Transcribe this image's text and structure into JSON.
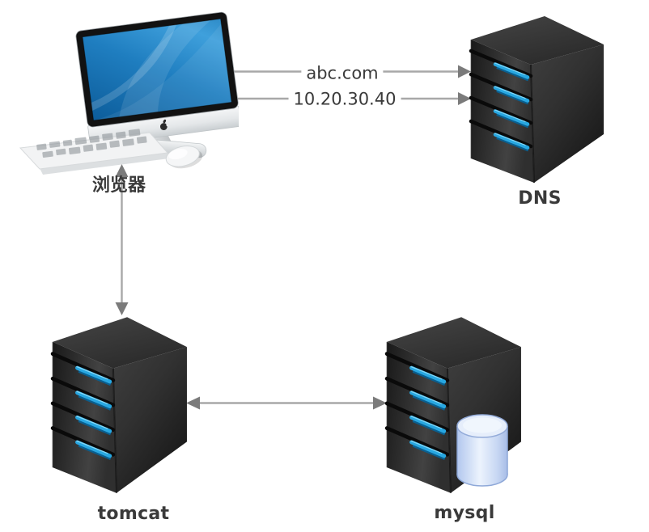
{
  "diagram_type": "network-architecture-diagram",
  "nodes": {
    "browser": {
      "label": "浏览器",
      "icon": "imac-computer-icon"
    },
    "dns": {
      "label": "DNS",
      "icon": "server-tower-icon"
    },
    "tomcat": {
      "label": "tomcat",
      "icon": "server-tower-icon"
    },
    "mysql": {
      "label": "mysql",
      "icon": "server-tower-with-database-icon"
    }
  },
  "edges": {
    "browser_dns_domain": {
      "from": "browser",
      "to": "dns",
      "label": "abc.com",
      "arrows": "both"
    },
    "browser_dns_ip": {
      "from": "browser",
      "to": "dns",
      "label": "10.20.30.40",
      "arrows": "both"
    },
    "browser_tomcat": {
      "from": "browser",
      "to": "tomcat",
      "arrows": "both"
    },
    "tomcat_mysql": {
      "from": "tomcat",
      "to": "mysql",
      "arrows": "both"
    }
  },
  "colors": {
    "background": "#ffffff",
    "arrow_line": "#a8a8a8",
    "arrow_head": "#7b7b7b",
    "label_text": "#3a3a3a",
    "server_body_dark": "#2e2e2e",
    "server_led_blue": "#29a9e2",
    "screen_blue": "#2a84c4",
    "database_blue": "#cfdef6"
  }
}
